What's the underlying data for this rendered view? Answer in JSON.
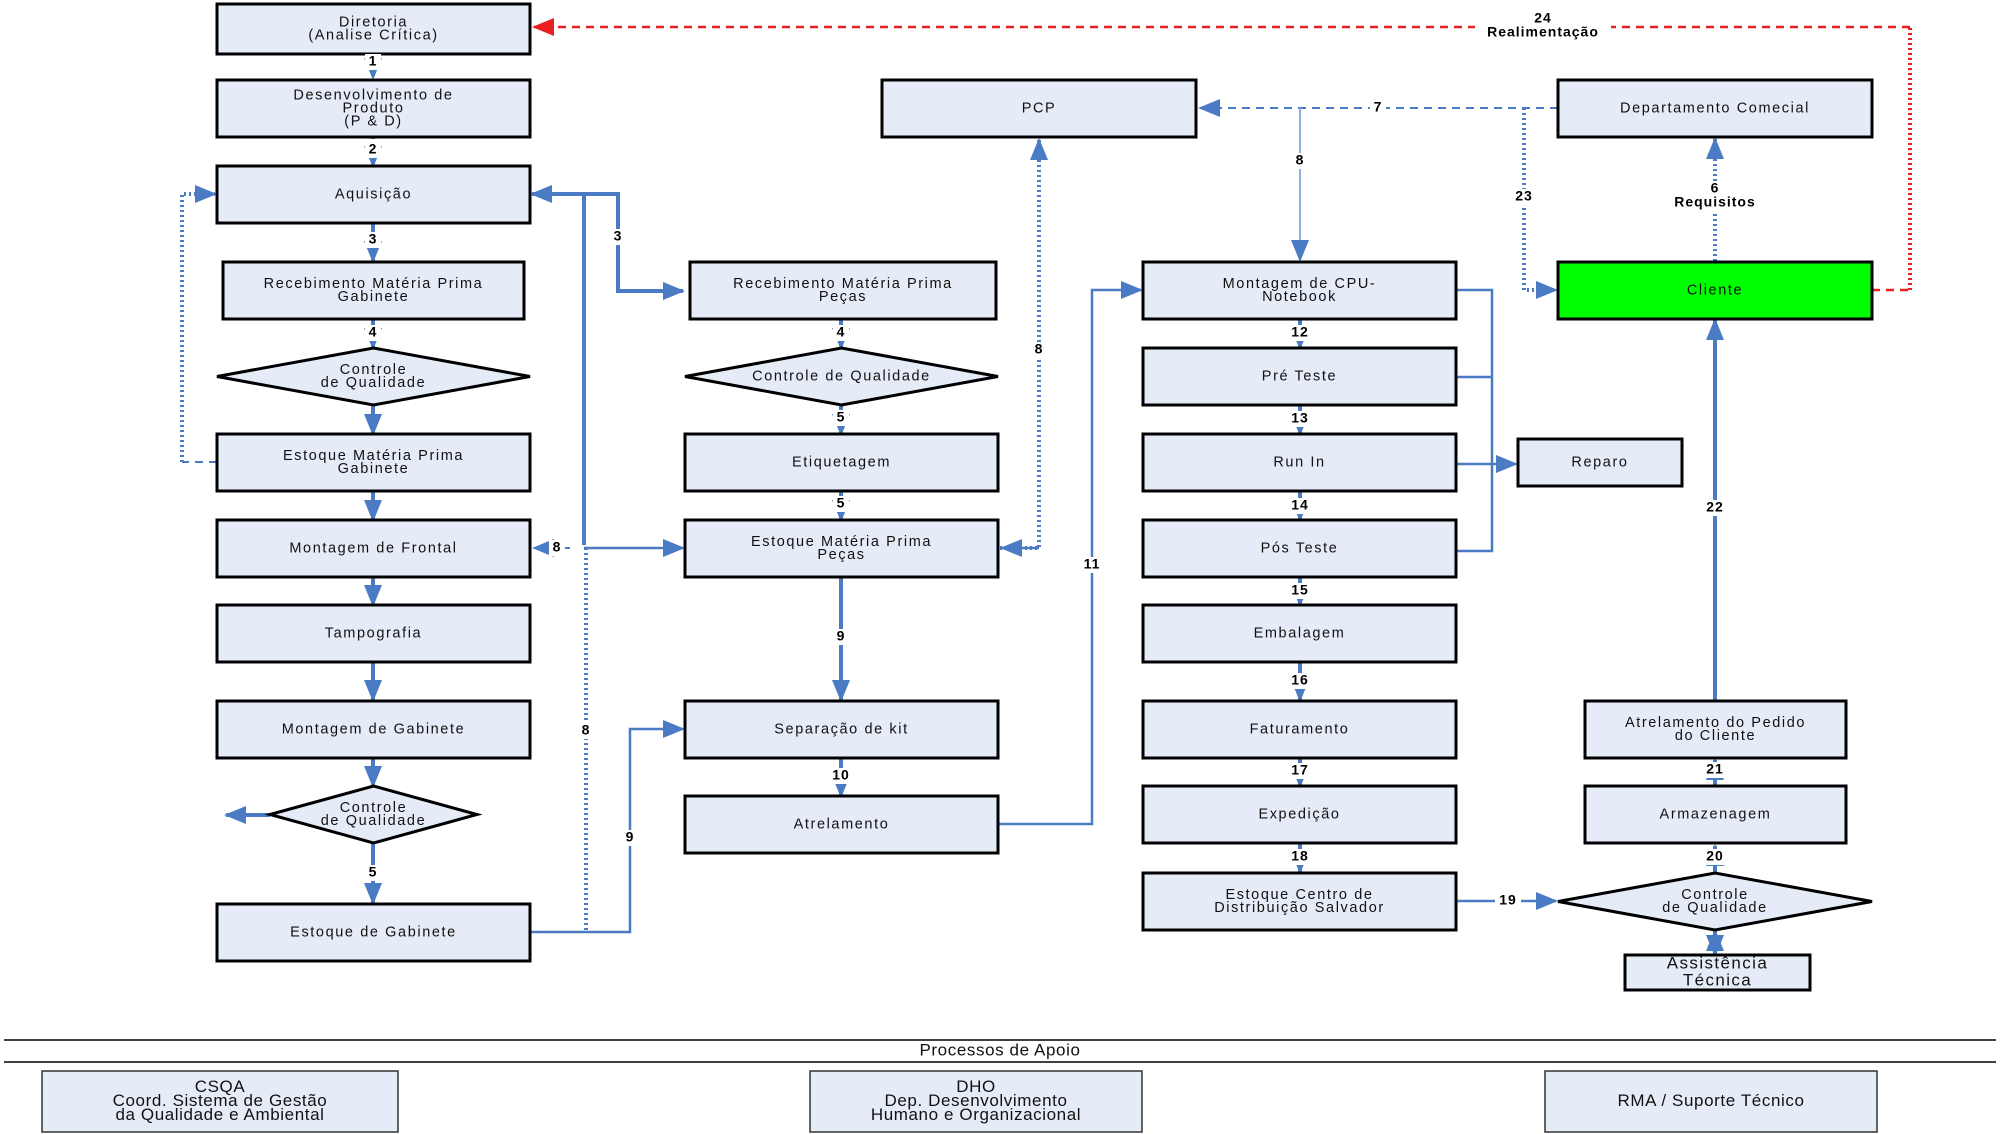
{
  "diagram": {
    "nodes": {
      "diretoria": [
        "Diretoria",
        "(Analise Crítica)"
      ],
      "pd": [
        "Desenvolvimento de",
        "Produto",
        "(P & D)"
      ],
      "aquisicao": [
        "Aquisição"
      ],
      "receb_gab": [
        "Recebimento Matéria Prima",
        "Gabinete"
      ],
      "cq_gab1": [
        "Controle",
        "de Qualidade"
      ],
      "estoque_mp_gab": [
        "Estoque Matéria Prima",
        "Gabinete"
      ],
      "montagem_frontal": [
        "Montagem de Frontal"
      ],
      "tampografia": [
        "Tampografia"
      ],
      "montagem_gabinete": [
        "Montagem de Gabinete"
      ],
      "cq_gab2": [
        "Controle",
        "de Qualidade"
      ],
      "estoque_gabinete": [
        "Estoque de Gabinete"
      ],
      "pcp": [
        "PCP"
      ],
      "receb_pecas": [
        "Recebimento Matéria Prima",
        "Peças"
      ],
      "cq_pecas": [
        "Controle de Qualidade"
      ],
      "etiquetagem": [
        "Etiquetagem"
      ],
      "estoque_mp_pecas": [
        "Estoque Matéria Prima",
        "Peças"
      ],
      "separacao_kit": [
        "Separação de kit"
      ],
      "atrelamento": [
        "Atrelamento"
      ],
      "montagem_cpu": [
        "Montagem de CPU-",
        "Notebook"
      ],
      "pre_teste": [
        "Pré Teste"
      ],
      "run_in": [
        "Run In"
      ],
      "pos_teste": [
        "Pós Teste"
      ],
      "reparo": [
        "Reparo"
      ],
      "embalagem": [
        "Embalagem"
      ],
      "faturamento": [
        "Faturamento"
      ],
      "expedicao": [
        "Expedição"
      ],
      "estoque_cd": [
        "Estoque Centro de",
        "Distribuição Salvador"
      ],
      "depto_comercial": [
        "Departamento Comecial"
      ],
      "cliente": [
        "Cliente"
      ],
      "atrelamento_pedido": [
        "Atrelamento do Pedido",
        "do Cliente"
      ],
      "armazenagem": [
        "Armazenagem"
      ],
      "cq_final": [
        "Controle",
        "de Qualidade"
      ],
      "assistencia": [
        "Assistência",
        "Técnica"
      ]
    },
    "edge_labels": {
      "e1": "1",
      "e2": "2",
      "e3a": "3",
      "e3b": "3",
      "e4a": "4",
      "e4b": "4",
      "e5a": "5",
      "e5b": "5",
      "e5c": "5",
      "e6": [
        "6",
        "Requisitos"
      ],
      "e7": "7",
      "e8_pcp": "8",
      "e8_frontal": "8",
      "e8_vert": "8",
      "e8_stock": "8",
      "e9_kit": "9",
      "e9_gab": "9",
      "e10": "10",
      "e11": "11",
      "e12": "12",
      "e13": "13",
      "e14": "14",
      "e15": "15",
      "e16": "16",
      "e17": "17",
      "e18": "18",
      "e19": "19",
      "e20": "20",
      "e21": "21",
      "e22": "22",
      "e23": "23",
      "e24": [
        "24",
        "Realimentação"
      ]
    },
    "colors": {
      "box_fill": "#e6ecf7",
      "cliente_fill": "#00ff00",
      "flow": "#4a7bc4",
      "feedback": "#e82020"
    }
  },
  "support": {
    "title": "Processos de Apoio",
    "boxes": [
      [
        "CSQA",
        "Coord. Sistema de Gestão",
        "da Qualidade e Ambiental"
      ],
      [
        "DHO",
        "Dep. Desenvolvimento",
        "Humano e Organizacional"
      ],
      [
        "RMA / Suporte Técnico"
      ]
    ]
  }
}
